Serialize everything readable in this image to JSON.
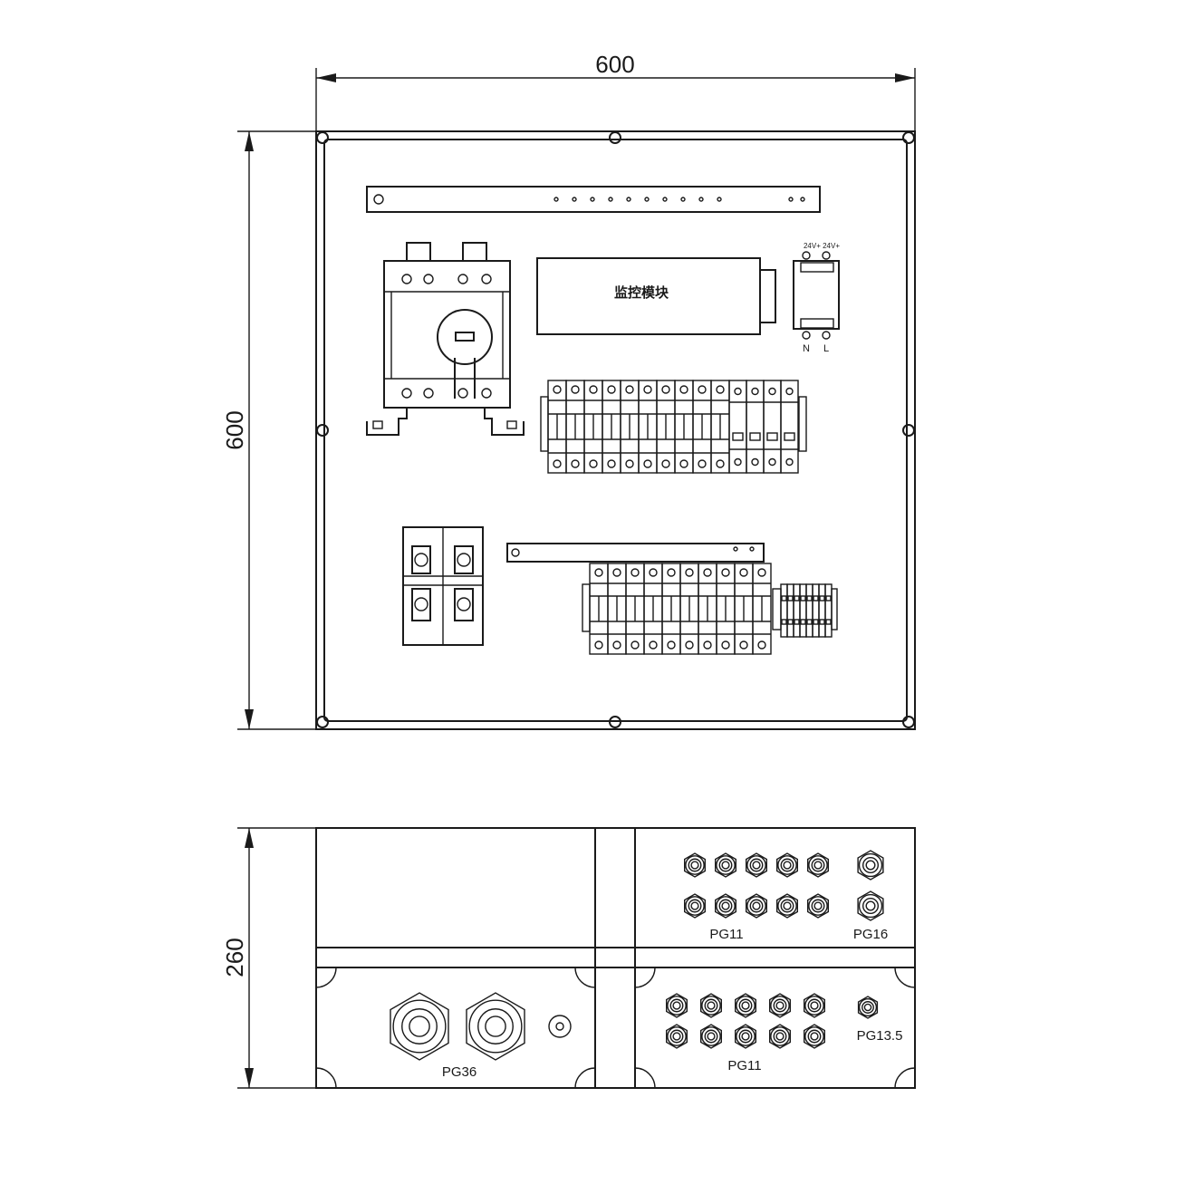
{
  "dimensions": {
    "width": "600",
    "height": "600",
    "depth": "260"
  },
  "front_panel": {
    "monitor_module_label": "监控模块",
    "power_supply_label": "24V+ 24V+",
    "power_terminal_n": "N",
    "power_terminal_l": "L"
  },
  "bottom_view": {
    "upper_right_gland_label": "PG11",
    "upper_right_large_gland_label": "PG16",
    "lower_left_gland_label": "PG36",
    "lower_right_gland_label": "PG11",
    "lower_right_small_gland_label": "PG13.5"
  }
}
